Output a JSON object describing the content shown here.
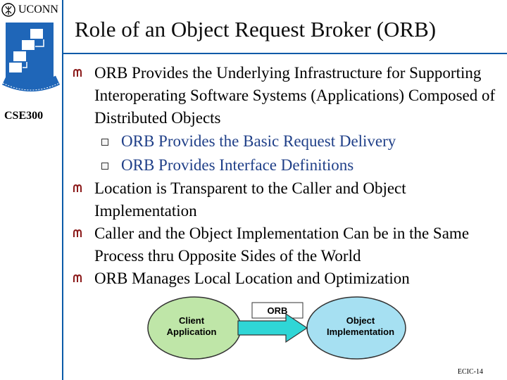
{
  "header": {
    "org": "UCONN"
  },
  "sidebar": {
    "course": "CSE300"
  },
  "slide": {
    "title": "Role of an Object Request Broker (ORB)",
    "bullets": [
      {
        "text": "ORB Provides the Underlying Infrastructure for Supporting Interoperating Software Systems (Applications) Composed of Distributed Objects",
        "sub": [
          "ORB Provides the Basic Request Delivery",
          "ORB Provides Interface Definitions"
        ]
      },
      {
        "text": "Location is Transparent to the Caller and Object Implementation",
        "sub": []
      },
      {
        "text": "Caller and the Object Implementation Can be in the Same Process thru Opposite Sides of the World",
        "sub": []
      },
      {
        "text": "ORB Manages Local Location and Optimization",
        "sub": []
      }
    ],
    "footer": "ECIC-14"
  },
  "diagram": {
    "left_line1": "Client",
    "left_line2": "Application",
    "center": "ORB",
    "right_line1": "Object",
    "right_line2": "Implementation",
    "colors": {
      "left": "#bfe6a8",
      "right": "#a6e0f2",
      "arrow": "#2fd6d6"
    }
  }
}
